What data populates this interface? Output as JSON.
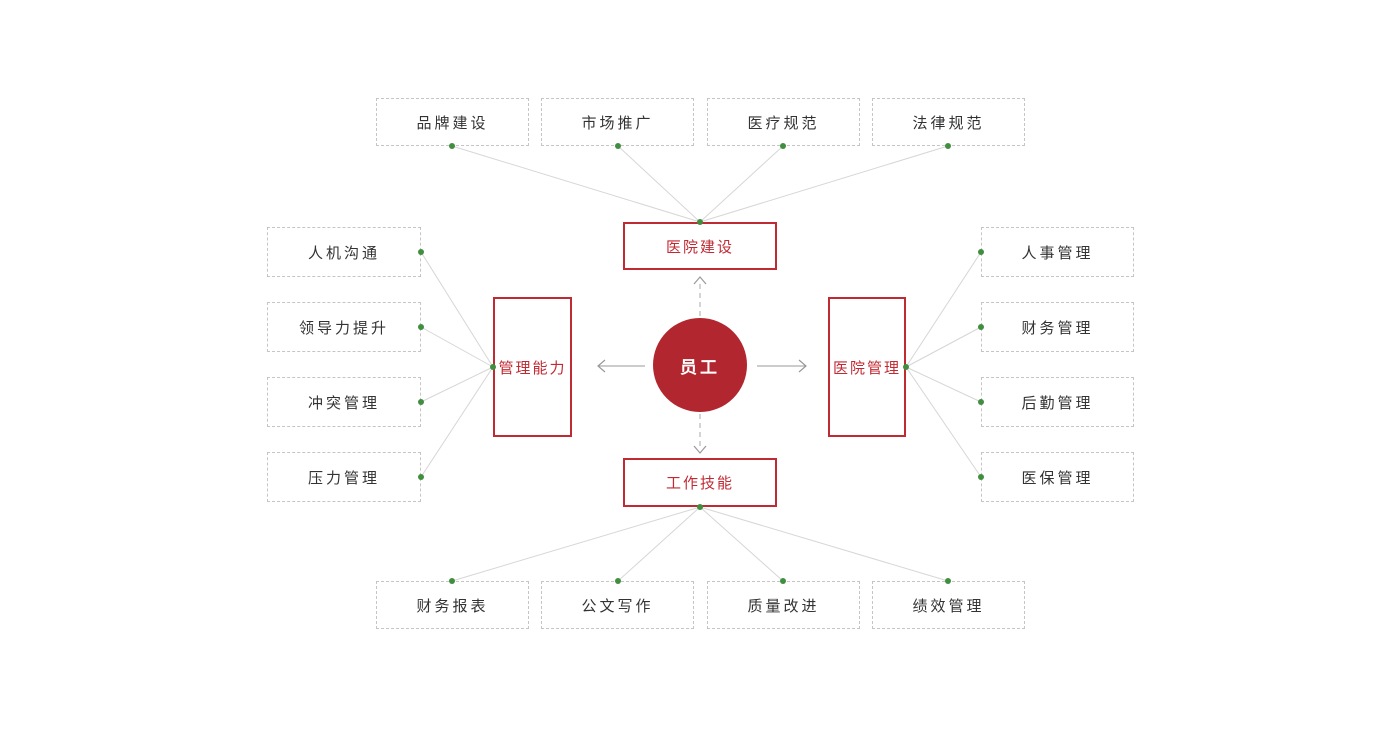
{
  "colors": {
    "red_primary": "#b2262f",
    "red_border": "#c02a33",
    "green_dot": "#3f8f3f",
    "line_gray": "#d6d6d6",
    "arrow_gray": "#999999",
    "box_border_gray": "#c5c5c5",
    "text_dark": "#333333",
    "background": "#ffffff"
  },
  "center": {
    "label": "员工"
  },
  "branches": {
    "top": {
      "label": "医院建设",
      "children": [
        "品牌建设",
        "市场推广",
        "医疗规范",
        "法律规范"
      ]
    },
    "left": {
      "label": "管理能力",
      "children": [
        "人机沟通",
        "领导力提升",
        "冲突管理",
        "压力管理"
      ]
    },
    "right": {
      "label": "医院管理",
      "children": [
        "人事管理",
        "财务管理",
        "后勤管理",
        "医保管理"
      ]
    },
    "bottom": {
      "label": "工作技能",
      "children": [
        "财务报表",
        "公文写作",
        "质量改进",
        "绩效管理"
      ]
    }
  }
}
